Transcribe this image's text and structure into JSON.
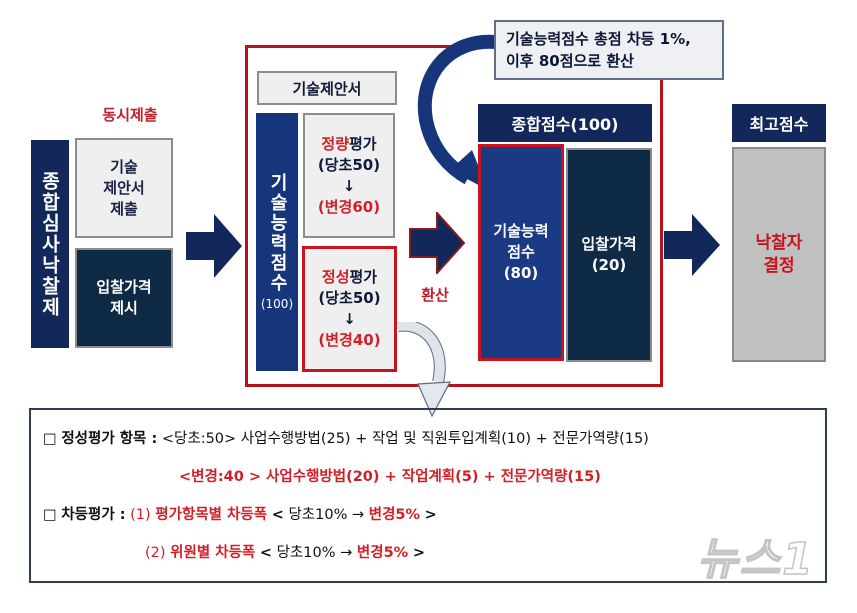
{
  "colors": {
    "navy": "#13285a",
    "dark_teal": "#0f2a44",
    "tech_blue": "#1b3a84",
    "accent_red": "#d21f26",
    "light_gray": "#efefef",
    "winner_gray": "#c0c0c0"
  },
  "left": {
    "simultaneous_label": "동시제출",
    "vertical_title": "종합심사낙찰제",
    "tech_submit": [
      "기술",
      "제안서",
      "제출"
    ],
    "price_submit": [
      "입찰가격",
      "제시"
    ]
  },
  "middle": {
    "tech_proposal_title": "기술제안서",
    "tech_score_vertical": "기술능력점수",
    "tech_score_sub": "(100)",
    "quant": {
      "title_red": "정량",
      "title_rest": "평가",
      "before": "(당초50)",
      "arrow": "↓",
      "after": "(변경60)"
    },
    "qual": {
      "title_red": "정성",
      "title_rest": "평가",
      "before": "(당초50)",
      "arrow": "↓",
      "after": "(변경40)"
    },
    "convert_label": "환산"
  },
  "callout": {
    "line1": "기술능력점수 총점 차등 1%,",
    "line2": "이후 80점으로 환산"
  },
  "total": {
    "title": "종합점수(100)",
    "tech": [
      "기술능력",
      "점수",
      "(80)"
    ],
    "price": [
      "입찰가격",
      "(20)"
    ]
  },
  "best": {
    "title": "최고점수",
    "winner": [
      "낙찰자",
      "결정"
    ]
  },
  "notes": {
    "line1": {
      "box": "□",
      "head": "정성평가 항목 :",
      "text": "<당초:50> 사업수행방법(25) + 작업 및 직원투입계획(10) + 전문가역량(15)"
    },
    "line2": {
      "text": "<변경:40 > 사업수행방법(20) + 작업계획(5) + 전문가역량(15)"
    },
    "line3": {
      "box": "□",
      "head": "차등평가 :",
      "num": "(1)",
      "item": "평가항목별 차등폭",
      "lt": "<",
      "before": "당초10% →",
      "after": "변경5%",
      "gt": ">"
    },
    "line4": {
      "num": "(2)",
      "item": "위원별 차등폭",
      "lt": "<",
      "before": "당초10% →",
      "after": "변경5%",
      "gt": ">"
    }
  },
  "watermark": "뉴스1"
}
